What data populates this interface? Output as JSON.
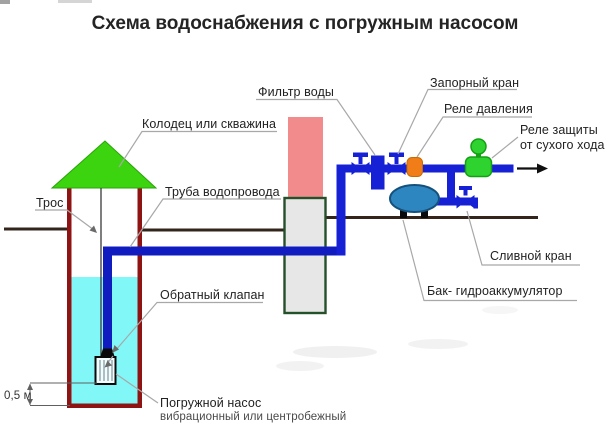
{
  "title": "Схема водоснабжения с погружным насосом",
  "labels": {
    "well": "Колодец или скважина",
    "cable": "Трос",
    "water_pipe": "Труба водопровода",
    "water_filter": "Фильтр воды",
    "shutoff_valve": "Запорный кран",
    "pressure_relay": "Реле давления",
    "dry_run_relay_line1": "Реле защиты",
    "dry_run_relay_line2": "от сухого хода",
    "drain_valve": "Сливной кран",
    "accumulator_tank": "Бак- гидроаккумулятор",
    "check_valve": "Обратный клапан",
    "pump_line1": "Погружной насос",
    "pump_line2": "вибрационный или центробежный",
    "depth_dimension": "0,5 м"
  },
  "colors": {
    "pipe_blue": "#1621D6",
    "well_pipe_blue": "#101CC0",
    "water_cyan": "#82F7F7",
    "roof_green": "#3BD40E",
    "relay_green": "#2FD32F",
    "pressure_relay_orange": "#F07D18",
    "tank_blue": "#2E86C1",
    "filter_column_pink": "#F28C8C",
    "well_wall_red": "#8E1414",
    "casing_gray": "#E7E7E7",
    "casing_border_green": "#24502A",
    "ground_dark": "#33241C",
    "leader_gray": "#A8A8A8"
  }
}
